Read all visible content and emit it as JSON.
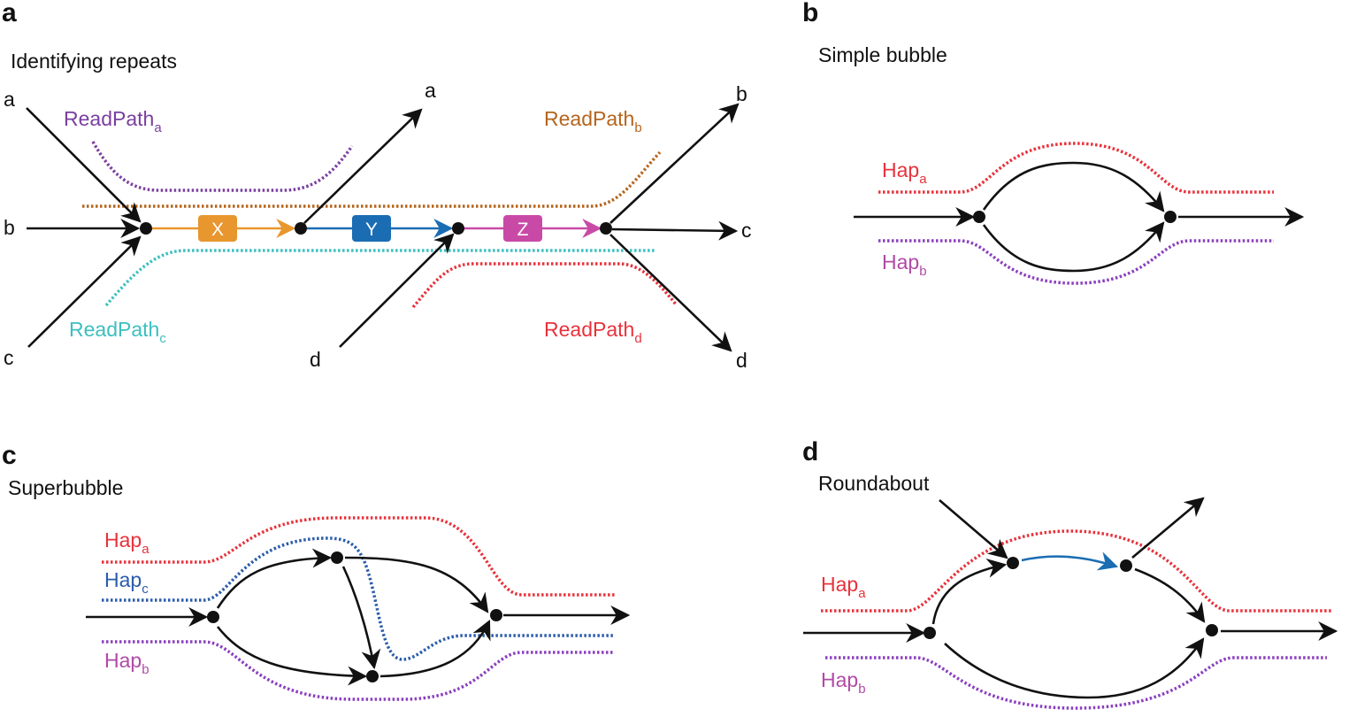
{
  "colors": {
    "black": "#111111",
    "purple": "#7a3fa0",
    "brown": "#b5651d",
    "teal": "#3cbfc0",
    "red": "#e8323c",
    "blue": "#2a5cab",
    "magenta": "#b14aa6",
    "orange": "#e8962e",
    "x_box": "#e8962e",
    "y_box": "#1a6db3",
    "z_box": "#c94aa6",
    "blue_arrow": "#1a6db3"
  },
  "panels": {
    "a": {
      "letter": "a",
      "title": "Identifying repeats",
      "labels": {
        "a_in": "a",
        "b_in": "b",
        "c_in": "c",
        "a_out": "a",
        "b_out": "b",
        "c_out": "c",
        "d_in": "d",
        "d_out": "d"
      },
      "readpaths": {
        "a": {
          "base": "ReadPath",
          "sub": "a"
        },
        "b": {
          "base": "ReadPath",
          "sub": "b"
        },
        "c": {
          "base": "ReadPath",
          "sub": "c"
        },
        "d": {
          "base": "ReadPath",
          "sub": "d"
        }
      },
      "boxes": {
        "x": "X",
        "y": "Y",
        "z": "Z"
      }
    },
    "b": {
      "letter": "b",
      "title": "Simple bubble",
      "hap_a": {
        "base": "Hap",
        "sub": "a"
      },
      "hap_b": {
        "base": "Hap",
        "sub": "b"
      }
    },
    "c": {
      "letter": "c",
      "title": "Superbubble",
      "hap_a": {
        "base": "Hap",
        "sub": "a"
      },
      "hap_c": {
        "base": "Hap",
        "sub": "c"
      },
      "hap_b": {
        "base": "Hap",
        "sub": "b"
      }
    },
    "d": {
      "letter": "d",
      "title": "Roundabout",
      "hap_a": {
        "base": "Hap",
        "sub": "a"
      },
      "hap_b": {
        "base": "Hap",
        "sub": "b"
      }
    }
  }
}
